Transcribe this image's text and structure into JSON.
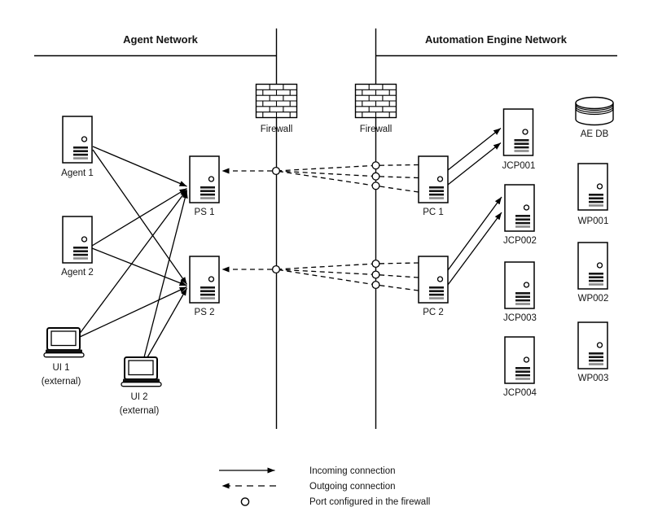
{
  "titles": {
    "left_network": "Agent Network",
    "right_network": "Automation Engine Network"
  },
  "firewalls": {
    "fw1_label": "Firewall",
    "fw2_label": "Firewall"
  },
  "nodes": {
    "agent1": "Agent 1",
    "agent2": "Agent 2",
    "ui1": "UI 1",
    "ui1_sub": "(external)",
    "ui2": "UI 2",
    "ui2_sub": "(external)",
    "ps1": "PS 1",
    "ps2": "PS 2",
    "pc1": "PC 1",
    "pc2": "PC 2",
    "jcp001": "JCP001",
    "jcp002": "JCP002",
    "jcp003": "JCP003",
    "jcp004": "JCP004",
    "aedb": "AE DB",
    "wp001": "WP001",
    "wp002": "WP002",
    "wp003": "WP003"
  },
  "legend": {
    "incoming": "Incoming connection",
    "outgoing": "Outgoing connection",
    "port": "Port configured in the firewall"
  },
  "edges": {
    "incoming_solid": [
      {
        "from": "Agent 1",
        "to": "PS 1"
      },
      {
        "from": "Agent 1",
        "to": "PS 2"
      },
      {
        "from": "Agent 2",
        "to": "PS 1"
      },
      {
        "from": "Agent 2",
        "to": "PS 2"
      },
      {
        "from": "UI 1",
        "to": "PS 1"
      },
      {
        "from": "UI 1",
        "to": "PS 2"
      },
      {
        "from": "UI 2",
        "to": "PS 1"
      },
      {
        "from": "UI 2",
        "to": "PS 2"
      },
      {
        "from": "PC 1",
        "to": "JCP001",
        "lines": 2
      },
      {
        "from": "PC 2",
        "to": "JCP002",
        "lines": 2
      }
    ],
    "outgoing_dashed": [
      {
        "from": "PC 1",
        "to": "PS 1",
        "ports_fw2": 3,
        "ports_fw1": 1
      },
      {
        "from": "PC 2",
        "to": "PS 2",
        "ports_fw2": 3,
        "ports_fw1": 1
      }
    ]
  },
  "colors": {
    "line": "#000000",
    "text": "#141414",
    "server_bar_dark": "#161616",
    "server_bar_grey": "#8a8a8a",
    "background": "#ffffff"
  }
}
